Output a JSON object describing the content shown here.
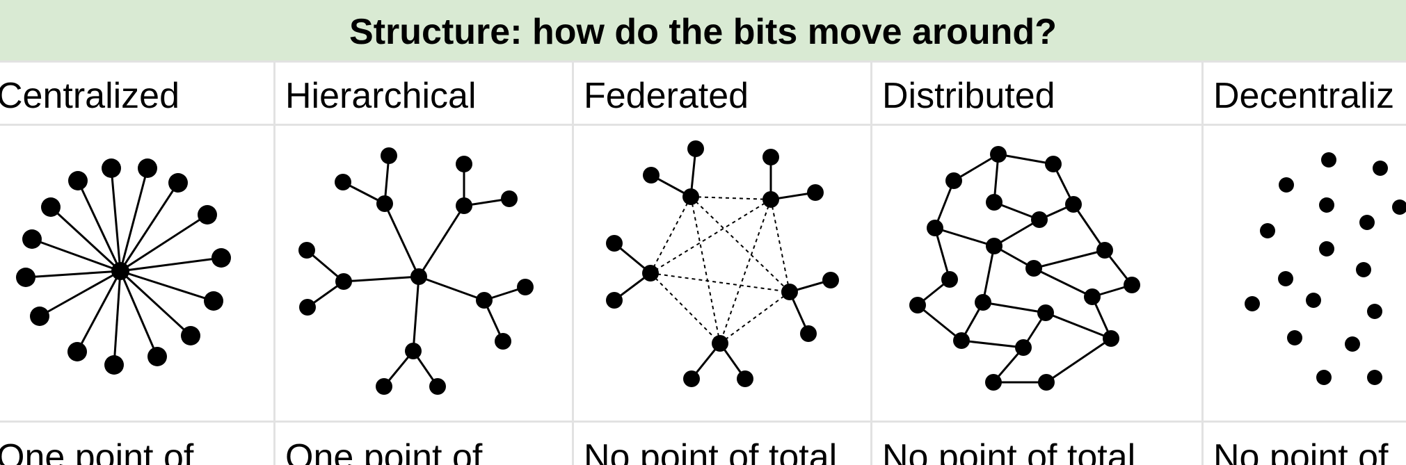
{
  "header": {
    "title": "Structure: how do the bits move around?"
  },
  "columns": [
    {
      "label": "Centralized",
      "description": "One point of"
    },
    {
      "label": "Hierarchical",
      "description": "One point of"
    },
    {
      "label": "Federated",
      "description": "No point of total"
    },
    {
      "label": "Distributed",
      "description": "No point of total"
    },
    {
      "label": "Decentraliz",
      "description": "No point of"
    }
  ],
  "colors": {
    "header_bg": "#d9ead3",
    "grid": "#e2e2e2",
    "node": "#000000"
  }
}
